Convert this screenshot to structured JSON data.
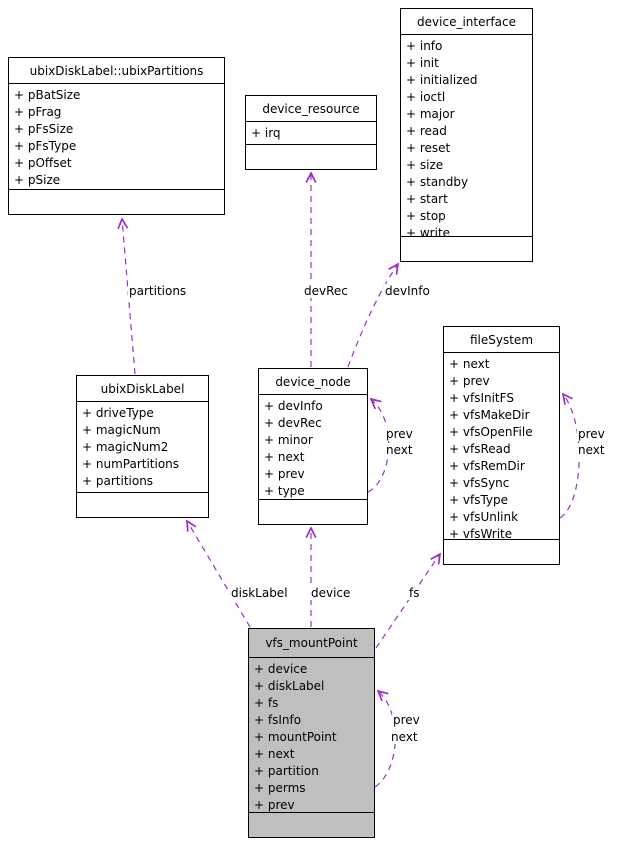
{
  "colors": {
    "edge": "#9932cc",
    "highlight_fill": "#bfbfbf",
    "box_fill": "#ffffff",
    "border": "#000000",
    "text": "#000000"
  },
  "classes": [
    {
      "id": "ubixPartitions",
      "title": "ubixDiskLabel::ubixPartitions",
      "fields": [
        "+ pBatSize",
        "+ pFrag",
        "+ pFsSize",
        "+ pFsType",
        "+ pOffset",
        "+ pSize"
      ]
    },
    {
      "id": "device_resource",
      "title": "device_resource",
      "fields": [
        "+ irq"
      ]
    },
    {
      "id": "device_interface",
      "title": "device_interface",
      "fields": [
        "+ info",
        "+ init",
        "+ initialized",
        "+ ioctl",
        "+ major",
        "+ read",
        "+ reset",
        "+ size",
        "+ standby",
        "+ start",
        "+ stop",
        "+ write"
      ]
    },
    {
      "id": "ubixDiskLabel",
      "title": "ubixDiskLabel",
      "fields": [
        "+ driveType",
        "+ magicNum",
        "+ magicNum2",
        "+ numPartitions",
        "+ partitions"
      ]
    },
    {
      "id": "device_node",
      "title": "device_node",
      "fields": [
        "+ devInfo",
        "+ devRec",
        "+ minor",
        "+ next",
        "+ prev",
        "+ type"
      ]
    },
    {
      "id": "fileSystem",
      "title": "fileSystem",
      "fields": [
        "+ next",
        "+ prev",
        "+ vfsInitFS",
        "+ vfsMakeDir",
        "+ vfsOpenFile",
        "+ vfsRead",
        "+ vfsRemDir",
        "+ vfsSync",
        "+ vfsType",
        "+ vfsUnlink",
        "+ vfsWrite"
      ]
    },
    {
      "id": "vfs_mountPoint",
      "title": "vfs_mountPoint",
      "highlighted": true,
      "fields": [
        "+ device",
        "+ diskLabel",
        "+ fs",
        "+ fsInfo",
        "+ mountPoint",
        "+ next",
        "+ partition",
        "+ perms",
        "+ prev"
      ]
    }
  ],
  "edges": {
    "partitions_label": "partitions",
    "devRec_label": "devRec",
    "devInfo_label": "devInfo",
    "diskLabel_label": "diskLabel",
    "device_label": "device",
    "fs_label": "fs",
    "prev_label": "prev",
    "next_label": "next"
  }
}
